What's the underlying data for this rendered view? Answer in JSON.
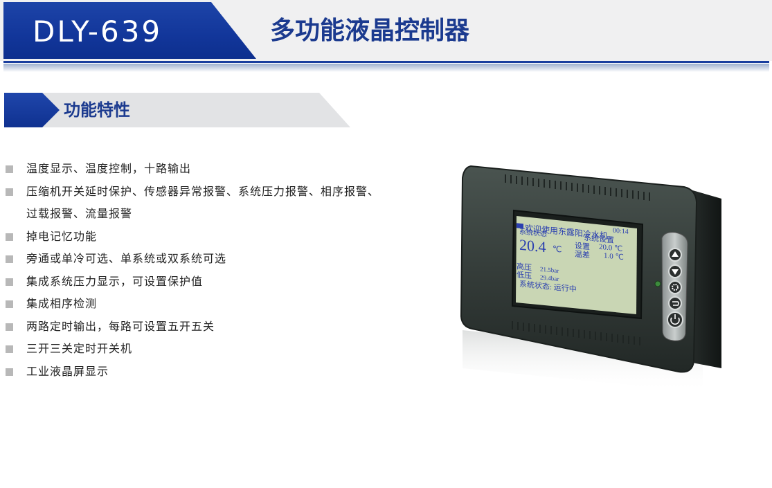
{
  "header": {
    "model": "DLY-639",
    "title": "多功能液晶控制器"
  },
  "section": {
    "title": "功能特性"
  },
  "features": [
    "温度显示、温度控制，十路输出",
    "压缩机开关延时保护、传感器异常报警、系统压力报警、相序报警、过载报警、流量报警",
    "掉电记忆功能",
    "旁通或单冷可选、单系统或双系统可选",
    "集成系统压力显示，可设置保护值",
    "集成相序检测",
    "两路定时输出，每路可设置五开五关",
    "三开三关定时开关机",
    "工业液晶屏显示"
  ],
  "device_screen": {
    "welcome": "欢迎使用东露阳冷水机",
    "time": "00:14",
    "status_label": "系统状态",
    "temperature": "20.4",
    "temp_unit": "℃",
    "settings_label": "系统设置",
    "set_label": "设置",
    "set_value": "20.0 ℃",
    "diff_label": "温差",
    "diff_value": "1.0 ℃",
    "high_pressure_label": "高压",
    "high_pressure_value": "21.5bar",
    "low_pressure_label": "低压",
    "low_pressure_value": "29.4bar",
    "bottom_status": "系统状态: 运行中"
  },
  "colors": {
    "brand_blue": "#1b3a8f",
    "header_blue": "#12369a",
    "lcd_green": "#c9d6b4",
    "lcd_text": "#2a3fb0"
  }
}
